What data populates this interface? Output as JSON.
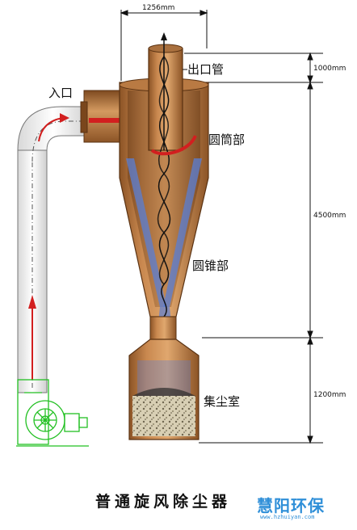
{
  "labels": {
    "inlet": "入口",
    "outlet_pipe": "出口管",
    "cylinder": "圆筒部",
    "cone": "圆锥部",
    "dust_chamber": "集尘室"
  },
  "dimensions": {
    "top_width": "1256mm",
    "outlet_height": "1000mm",
    "body_height": "4500mm",
    "chamber_height": "1200mm"
  },
  "caption": "普通旋风除尘器",
  "brand": {
    "name": "慧阳环保",
    "url": "www.hzhuiyan.com"
  },
  "colors": {
    "copper": "#c9884f",
    "copper_dark": "#8c5426",
    "flow_arrow": "#d21f1f",
    "fan_outline": "#22c022",
    "dust": "#5a7fd6"
  }
}
